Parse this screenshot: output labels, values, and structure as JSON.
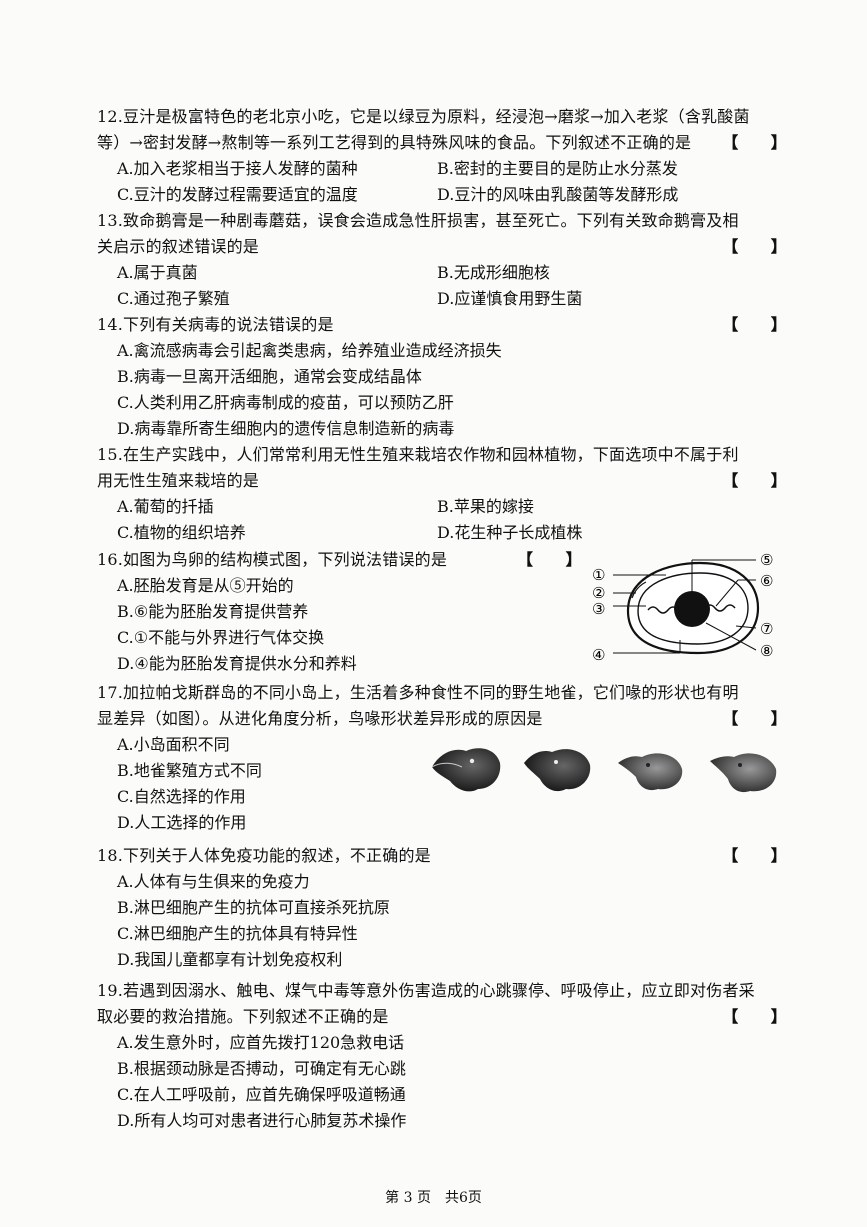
{
  "questions": [
    {
      "stem": [
        "12.豆汁是极富特色的老北京小吃，它是以绿豆为原料，经浸泡→磨浆→加入老浆（含乳酸菌",
        "等）→密封发酵→熬制等一系列工艺得到的具特殊风味的食品。下列叙述不正确的是"
      ],
      "bracket": "【　　】",
      "options": [
        "A.加入老浆相当于接人发酵的菌种",
        "B.密封的主要目的是防止水分蒸发",
        "C.豆汁的发酵过程需要适宜的温度",
        "D.豆汁的风味由乳酸菌等发酵形成"
      ]
    },
    {
      "stem": [
        "13.致命鹅膏是一种剧毒蘑菇，误食会造成急性肝损害，甚至死亡。下列有关致命鹅膏及相",
        "关启示的叙述错误的是"
      ],
      "bracket": "【　　】",
      "options": [
        "A.属于真菌",
        "B.无成形细胞核",
        "C.通过孢子繁殖",
        "D.应谨慎食用野生菌"
      ]
    },
    {
      "stem": [
        "14.下列有关病毒的说法错误的是"
      ],
      "bracket": "【　　】",
      "options": [
        "A.禽流感病毒会引起禽类患病，给养殖业造成经济损失",
        "B.病毒一旦离开活细胞，通常会变成结晶体",
        "C.人类利用乙肝病毒制成的疫苗，可以预防乙肝",
        "D.病毒靠所寄生细胞内的遗传信息制造新的病毒"
      ]
    },
    {
      "stem": [
        "15.在生产实践中，人们常常利用无性生殖来栽培农作物和园林植物，下面选项中不属于利",
        "用无性生殖来栽培的是"
      ],
      "bracket": "【　　】",
      "options": [
        "A.葡萄的扦插",
        "B.苹果的嫁接",
        "C.植物的组织培养",
        "D.花生种子长成植株"
      ]
    },
    {
      "stem": [
        "16.如图为鸟卵的结构模式图，下列说法错误的是"
      ],
      "bracket": "【　　】",
      "options": [
        "A.胚胎发育是从⑤开始的",
        "B.⑥能为胚胎发育提供营养",
        "C.①不能与外界进行气体交换",
        "D.④能为胚胎发育提供水分和养料"
      ],
      "figure_labels": [
        "①",
        "②",
        "③",
        "④",
        "⑤",
        "⑥",
        "⑦",
        "⑧"
      ]
    },
    {
      "stem": [
        "17.加拉帕戈斯群岛的不同小岛上，生活着多种食性不同的野生地雀，它们喙的形状也有明",
        "显差异（如图）。从进化角度分析，鸟喙形状差异形成的原因是"
      ],
      "bracket": "【　　】",
      "options": [
        "A.小岛面积不同",
        "B.地雀繁殖方式不同",
        "C.自然选择的作用",
        "D.人工选择的作用"
      ]
    },
    {
      "stem": [
        "18.下列关于人体免疫功能的叙述，不正确的是"
      ],
      "bracket": "【　　】",
      "options": [
        "A.人体有与生俱来的免疫力",
        "B.淋巴细胞产生的抗体可直接杀死抗原",
        "C.淋巴细胞产生的抗体具有特异性",
        "D.我国儿童都享有计划免疫权利"
      ]
    },
    {
      "stem": [
        "19.若遇到因溺水、触电、煤气中毒等意外伤害造成的心跳骤停、呼吸停止，应立即对伤者采",
        "取必要的救治措施。下列叙述不正确的是"
      ],
      "bracket": "【　　】",
      "options": [
        "A.发生意外时，应首先拨打120急救电话",
        "B.根据颈动脉是否搏动，可确定有无心跳",
        "C.在人工呼吸前，应首先确保呼吸道畅通",
        "D.所有人均可对患者进行心肺复苏术操作"
      ]
    }
  ],
  "footer": "第 3 页　共6页"
}
